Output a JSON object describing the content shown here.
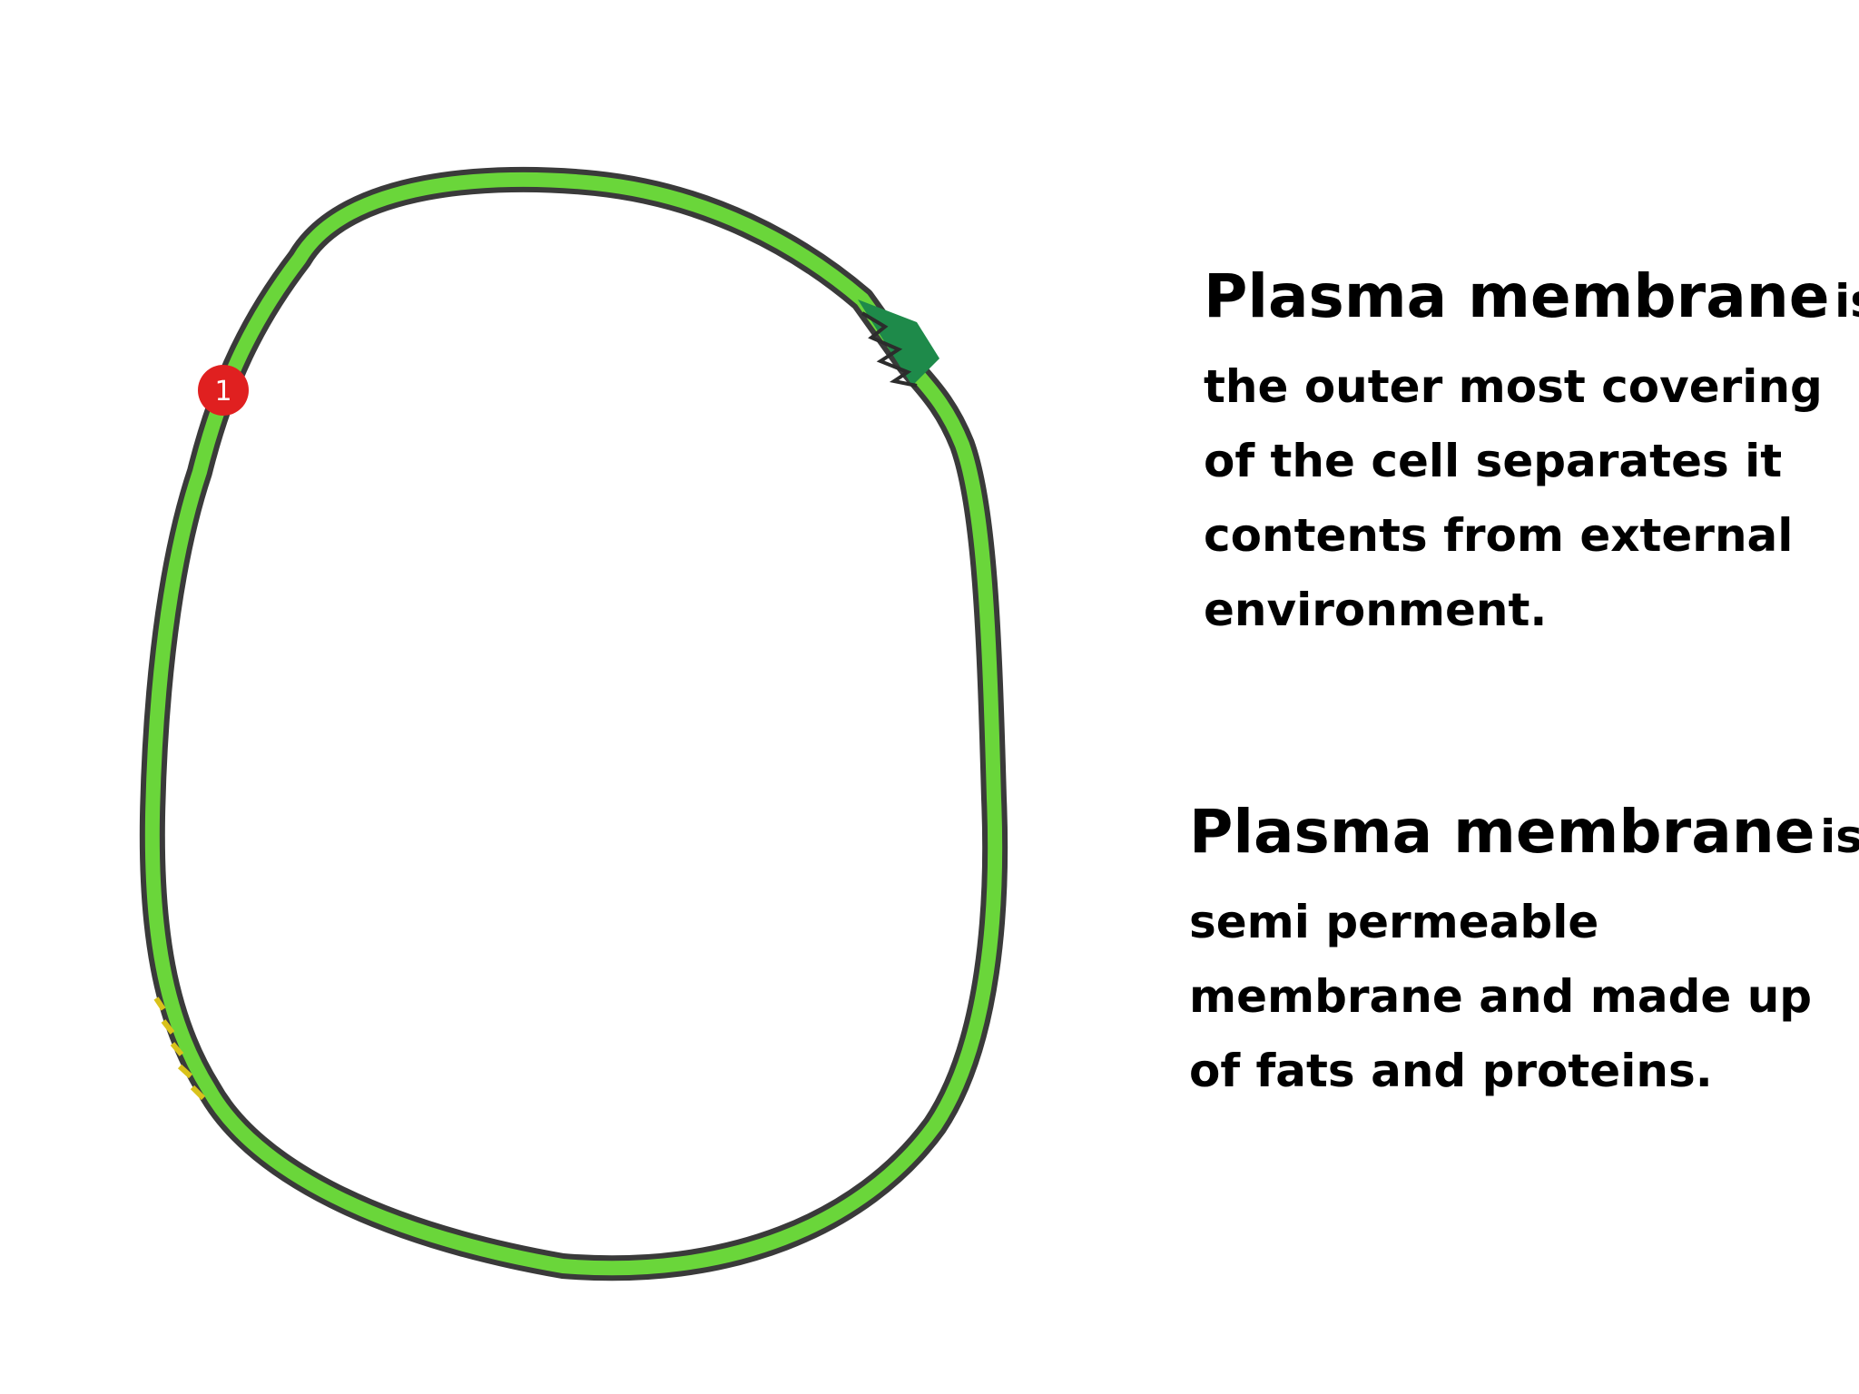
{
  "diagram": {
    "badge_number": "1",
    "colors": {
      "membrane_fill": "#6ad63a",
      "membrane_outline": "#3a3a3a",
      "badge": "#e02020",
      "notch_fill": "#1e8a4a",
      "text": "#000000",
      "background": "#ffffff"
    }
  },
  "description_1": {
    "term": "Plasma membrane",
    "lines": [
      "is",
      "the outer most covering",
      "of the cell separates it",
      "contents from external",
      "environment."
    ]
  },
  "description_2": {
    "term": "Plasma membrane",
    "lines": [
      "is",
      "semi permeable",
      "membrane and made up",
      "of fats and proteins."
    ]
  }
}
